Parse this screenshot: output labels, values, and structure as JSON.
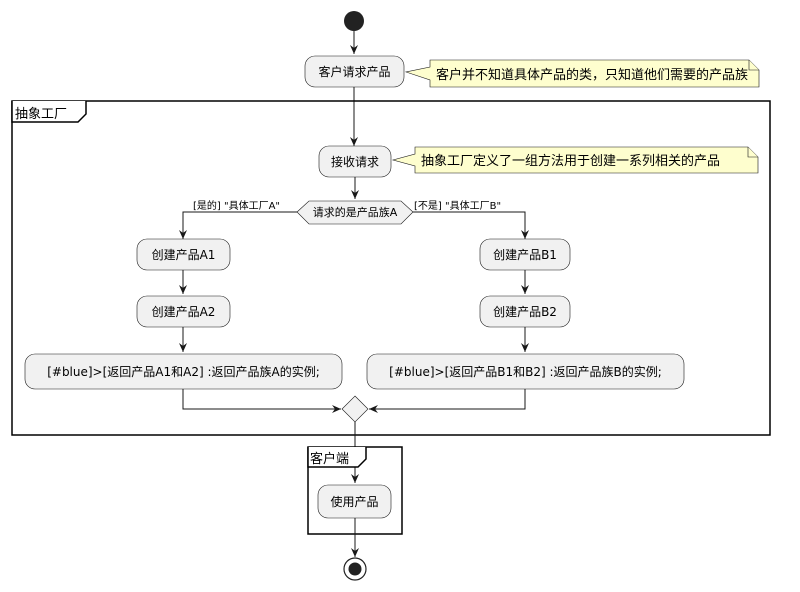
{
  "partitions": {
    "abstract_factory": "抽象工厂",
    "client": "客户端"
  },
  "activities": {
    "client_request": "客户请求产品",
    "receive_request": "接收请求",
    "create_a1": "创建产品A1",
    "create_a2": "创建产品A2",
    "return_a": "[#blue]>[返回产品A1和A2] :返回产品族A的实例;",
    "create_b1": "创建产品B1",
    "create_b2": "创建产品B2",
    "return_b": "[#blue]>[返回产品B1和B2] :返回产品族B的实例;",
    "use_product": "使用产品"
  },
  "notes": {
    "client_note": "客户并不知道具体产品的类，只知道他们需要的产品族",
    "factory_note": "抽象工厂定义了一组方法用于创建一系列相关的产品"
  },
  "decision": {
    "question": "请求的是产品族A",
    "yes_label": "[是的] \"具体工厂A\"",
    "no_label": "[不是] \"具体工厂B\""
  }
}
